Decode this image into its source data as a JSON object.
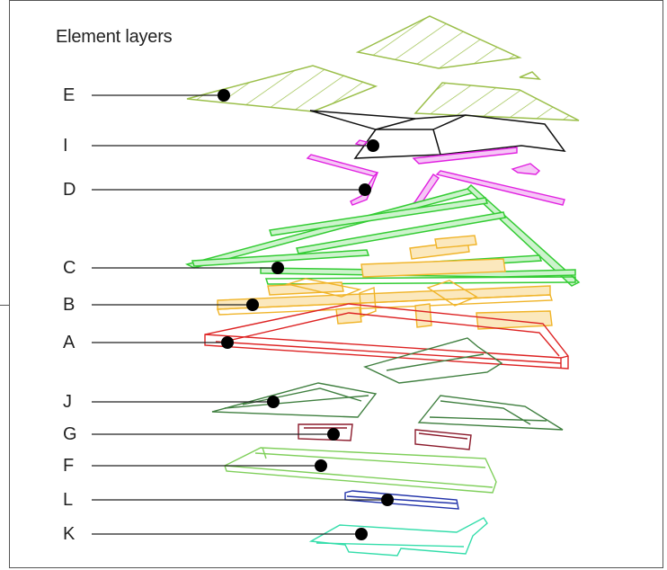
{
  "title": "Element layers",
  "layers": [
    {
      "label": "E",
      "color": "#9bbf4a"
    },
    {
      "label": "I",
      "color": "#111111"
    },
    {
      "label": "D",
      "color": "#e020e0"
    },
    {
      "label": "C",
      "color": "#33cc33"
    },
    {
      "label": "B",
      "color": "#f0b429"
    },
    {
      "label": "A",
      "color": "#dd2222"
    },
    {
      "label": "J",
      "color": "#3f7f3f"
    },
    {
      "label": "G",
      "color": "#8b1a2b"
    },
    {
      "label": "F",
      "color": "#7fcf5a"
    },
    {
      "label": "L",
      "color": "#2233aa"
    },
    {
      "label": "K",
      "color": "#33ddaa"
    }
  ]
}
